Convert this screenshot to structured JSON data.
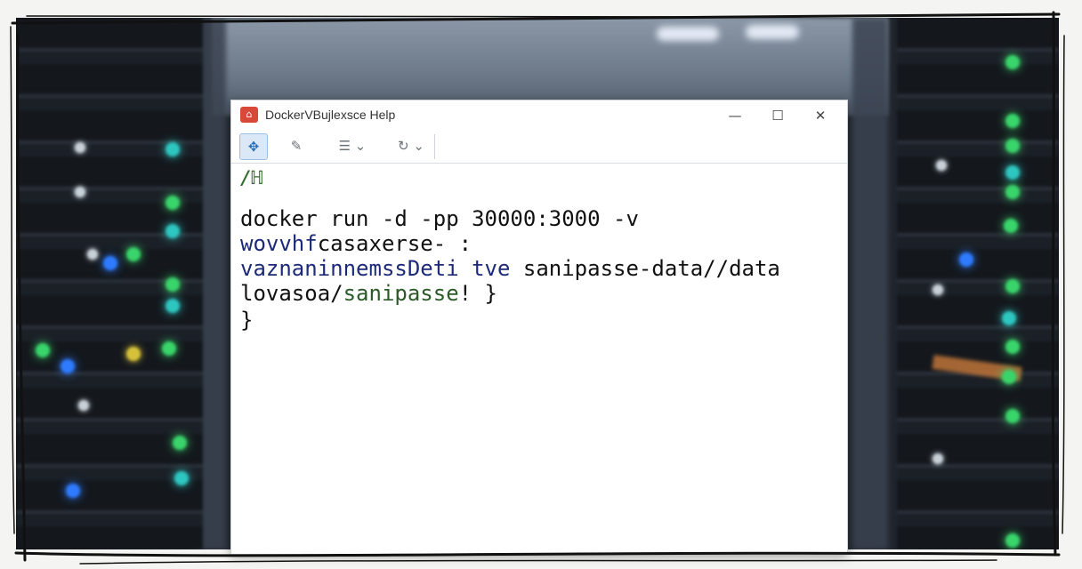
{
  "window": {
    "title": "DockerVBujlexsce Help",
    "minimize_glyph": "—",
    "maximize_glyph": "☐",
    "close_glyph": "✕"
  },
  "toolbar": {
    "items": [
      {
        "name": "move-tool",
        "glyph": "✥"
      },
      {
        "name": "pen-tool",
        "glyph": "✎"
      },
      {
        "name": "view-menu",
        "glyph": "☰ ⌄"
      },
      {
        "name": "refresh-menu",
        "glyph": "↻ ⌄"
      }
    ]
  },
  "terminal": {
    "path": "/ℍ",
    "line1": "docker run -d -pp 30000:3000 -v",
    "line2_a": "wovvhf",
    "line2_b": "casaxerse- :",
    "line3_a": "vaznaninnemssDeti",
    "line3_b": " tve",
    "line3_c": " sanipasse-data//data",
    "line4_a": "lovasoa/",
    "line4_b": "sanipasse",
    "line4_c": "! }",
    "line5": "}"
  },
  "colors": {
    "accent": "#2a6fbf",
    "title_icon": "#d9493a",
    "path_green": "#2f6b2a",
    "text_navy": "#1c2a78"
  }
}
